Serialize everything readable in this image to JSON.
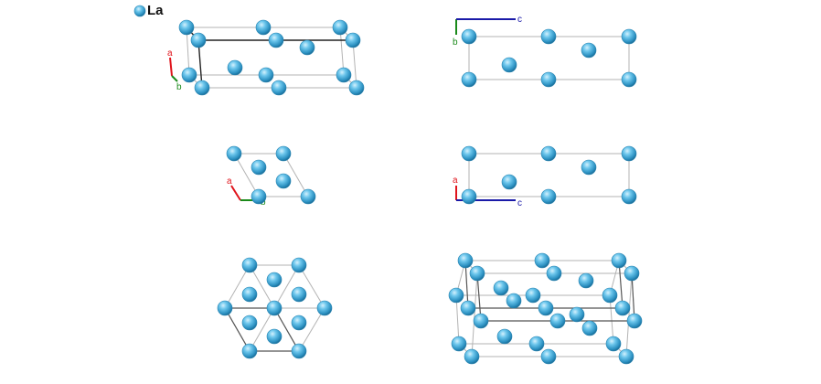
{
  "legend": {
    "element": "La",
    "color": "#5bbde6"
  },
  "axis_colors": {
    "a": "#e0141c",
    "b": "#1a8a1a",
    "c": "#1a1aa8"
  },
  "axis_labels": {
    "a": "a",
    "b": "b",
    "c": "c"
  },
  "panels": [
    {
      "id": "perspective-view-1",
      "axes": [
        "a",
        "b"
      ]
    },
    {
      "id": "view-along-a",
      "axes": [
        "b",
        "c"
      ]
    },
    {
      "id": "view-along-c",
      "axes": [
        "a",
        "b"
      ]
    },
    {
      "id": "view-along-b",
      "axes": [
        "a",
        "c"
      ]
    },
    {
      "id": "hexagonal-supercell-view",
      "axes": []
    },
    {
      "id": "perspective-view-2",
      "axes": []
    }
  ]
}
